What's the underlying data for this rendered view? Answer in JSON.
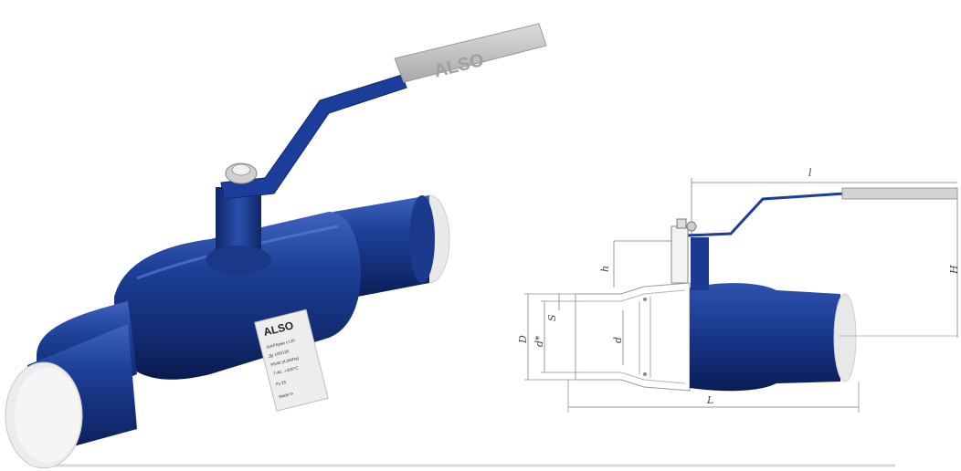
{
  "product": {
    "handle_logo": "ALSO",
    "plate": {
      "logo": "ALSO",
      "lines": [
        "ШАР.Кран ст.20",
        "Ду 100/125",
        "PN40 (4.0МПа)",
        "Т-40...+200°C",
        "Ру 25",
        "Made in"
      ]
    }
  },
  "drawing": {
    "dimensions": {
      "top_length": "l",
      "height_right": "H",
      "height_stem": "h",
      "outer_diameter": "D",
      "inner_diameter_pipe": "d*",
      "wall_thickness": "S",
      "bore_diameter": "d",
      "body_length": "L"
    }
  },
  "colors": {
    "body_blue": "#1a3a8f",
    "body_blue_dark": "#0c1f5e",
    "body_highlight": "#4f73c9",
    "handle_grip": "#c9c9c9",
    "pipe_end": "#e8e8e8",
    "line": "#8a8a8a"
  }
}
